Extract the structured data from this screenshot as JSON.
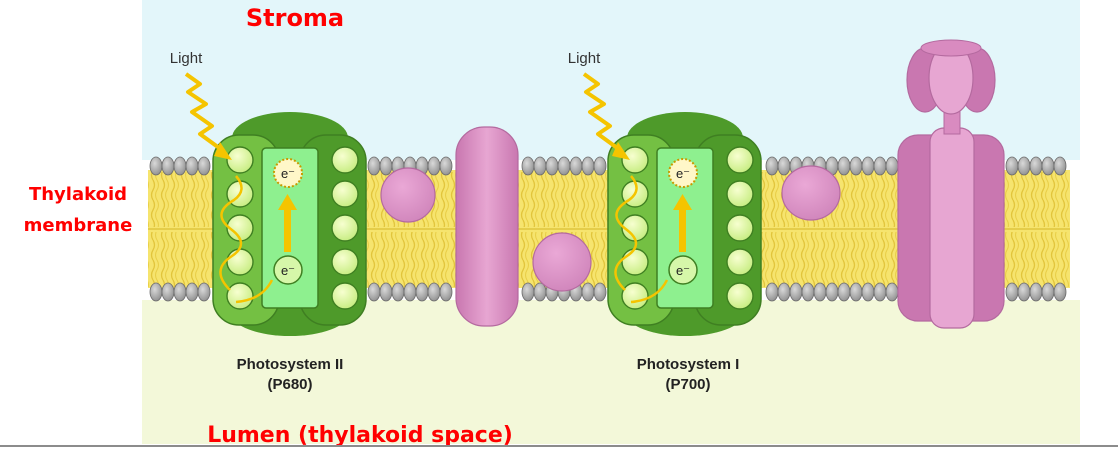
{
  "labels": {
    "stroma": "Stroma",
    "thylakoid_membrane_line1": "Thylakoid",
    "thylakoid_membrane_line2": "membrane",
    "lumen": "Lumen (thylakoid space)",
    "light_1": "Light",
    "light_2": "Light",
    "electron": "e⁻"
  },
  "photosystems": [
    {
      "name": "Photosystem II",
      "code": "(P680)"
    },
    {
      "name": "Photosystem I",
      "code": "(P700)"
    }
  ],
  "colors": {
    "stroma_bg": "#e3f6fa",
    "lumen_bg": "#f3f8d9",
    "membrane_yellow": "#f5e26a",
    "head_gray": "#8a8a8a",
    "photosystem_dark": "#4e9a2a",
    "photosystem_mid": "#74c043",
    "photosystem_light": "#cdf08d",
    "reaction_center": "#8ef08f",
    "protein_pink": "#d98bc0",
    "protein_pink_dark": "#c470a9",
    "label_red": "#ff0000",
    "arrow_yellow": "#f5c400"
  }
}
